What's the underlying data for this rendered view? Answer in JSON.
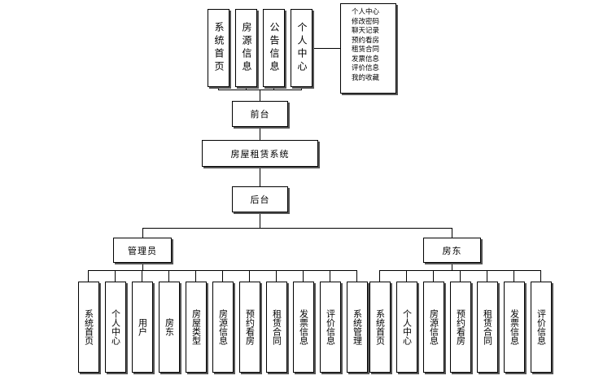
{
  "front_modules": [
    "系统首页",
    "房源信息",
    "公告信息",
    "个人中心"
  ],
  "personal_center_note": [
    "个人中心",
    "修改密码",
    "聊天记录",
    "预约看房",
    "租赁合同",
    "发票信息",
    "评价信息",
    "我的收藏"
  ],
  "front": "前台",
  "system": "房屋租赁系统",
  "back": "后台",
  "admin": "管理员",
  "landlord": "房东",
  "admin_modules": [
    "系统首页",
    "个人中心",
    "用户",
    "房东",
    "房屋类型",
    "房源信息",
    "预约看房",
    "租赁合同",
    "发票信息",
    "评价信息",
    "系统管理"
  ],
  "landlord_modules": [
    "系统首页",
    "个人中心",
    "房源信息",
    "预约看房",
    "租赁合同",
    "发票信息",
    "评价信息"
  ]
}
